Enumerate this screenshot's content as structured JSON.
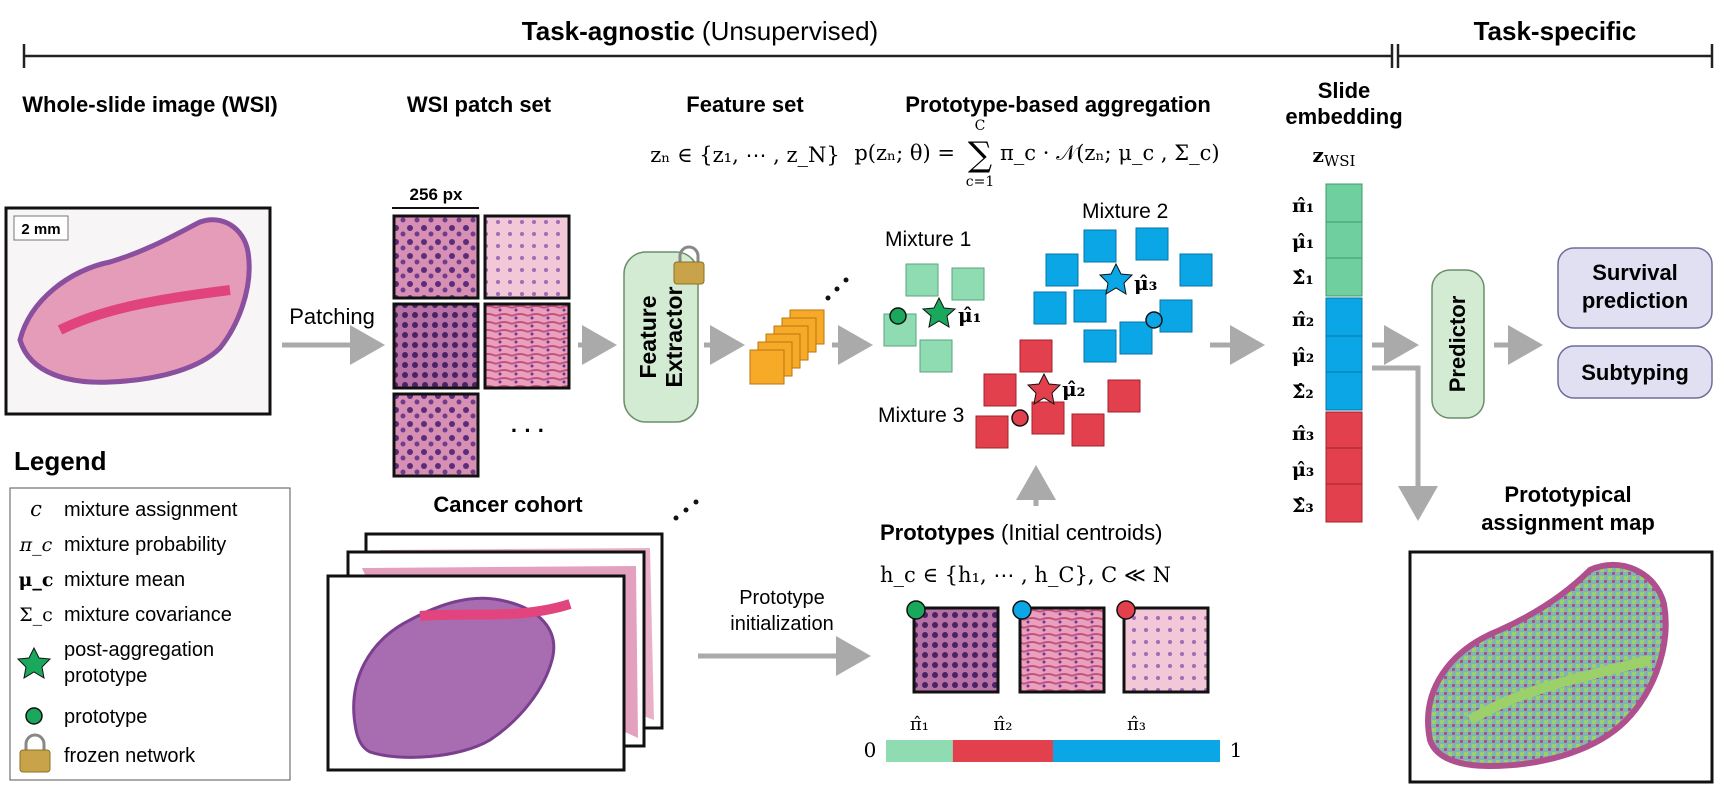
{
  "header": {
    "agnostic_bold": "Task-agnostic",
    "agnostic_rest": " (Unsupervised)",
    "specific": "Task-specific"
  },
  "sections": {
    "wsi_title": "Whole-slide image (WSI)",
    "patch_title": "WSI patch set",
    "feature_title": "Feature set",
    "proto_agg_title": "Prototype-based aggregation",
    "slide_emb_line1": "Slide",
    "slide_emb_line2": "embedding",
    "z_wsi_main": "z",
    "z_wsi_sub": "WSI"
  },
  "wsi": {
    "scale_bar": "2 mm"
  },
  "patches": {
    "size_label": "256 px",
    "ellipsis": "· · ·"
  },
  "arrows": {
    "patching": "Patching",
    "proto_init_line1": "Prototype",
    "proto_init_line2": "initialization"
  },
  "extractor": {
    "line1": "Feature",
    "line2": "Extractor"
  },
  "formulas": {
    "feature_set": "zₙ ∈ {z₁, ⋯ , z_N}",
    "gmm_left": "p(zₙ; θ) =",
    "gmm_sum": "∑",
    "gmm_sum_top": "C",
    "gmm_sum_bottom": "c=1",
    "gmm_right": "π_c · 𝒩(zₙ; μ_c , Σ_c)",
    "prototype_set": "h_c ∈ {h₁, ⋯ , h_C},   C ≪ N"
  },
  "mixtures": {
    "m1": "Mixture 1",
    "m2": "Mixture 2",
    "m3": "Mixture 3",
    "mu1": "μ̂₁",
    "mu2": "μ̂₂",
    "mu3": "μ̂₃"
  },
  "prototypes": {
    "title_bold": "Prototypes",
    "title_rest": " (Initial centroids)"
  },
  "prob_bar": {
    "zero": "0",
    "one": "1",
    "pi1": "π̂₁",
    "pi2": "π̂₂",
    "pi3": "π̂₃",
    "fractions": [
      0.2,
      0.3,
      0.5
    ]
  },
  "embedding_labels": [
    "π̂₁",
    "μ̂₁",
    "Σ̂₁",
    "π̂₂",
    "μ̂₂",
    "Σ̂₂",
    "π̂₃",
    "μ̂₃",
    "Σ̂₃"
  ],
  "predictor": {
    "label": "Predictor"
  },
  "outputs": {
    "survival_line1": "Survival",
    "survival_line2": "prediction",
    "subtyping": "Subtyping",
    "map_line1": "Prototypical",
    "map_line2": "assignment map"
  },
  "cohort": {
    "title": "Cancer cohort"
  },
  "legend": {
    "title": "Legend",
    "items": [
      {
        "symbol": "c",
        "label": "mixture assignment"
      },
      {
        "symbol": "π_c",
        "label": "mixture probability"
      },
      {
        "symbol": "μ_c",
        "label": "mixture mean"
      },
      {
        "symbol": "Σ_c",
        "label": "mixture covariance"
      },
      {
        "symbol": "star",
        "label_line1": "post-aggregation",
        "label_line2": "prototype"
      },
      {
        "symbol": "dot",
        "label": "prototype"
      },
      {
        "symbol": "lock",
        "label": "frozen network"
      }
    ]
  },
  "colors": {
    "green": "#6fcf9e",
    "green_light": "#8fdcb3",
    "blue": "#0aa6e6",
    "red": "#e2404c",
    "orange": "#f7a928",
    "pale_green": "#d3ead3",
    "lavender": "#e1e0f2",
    "arrow": "#aaaaaa",
    "tissue_pink": "#e58fb0",
    "tissue_purple": "#8a4f9e"
  }
}
